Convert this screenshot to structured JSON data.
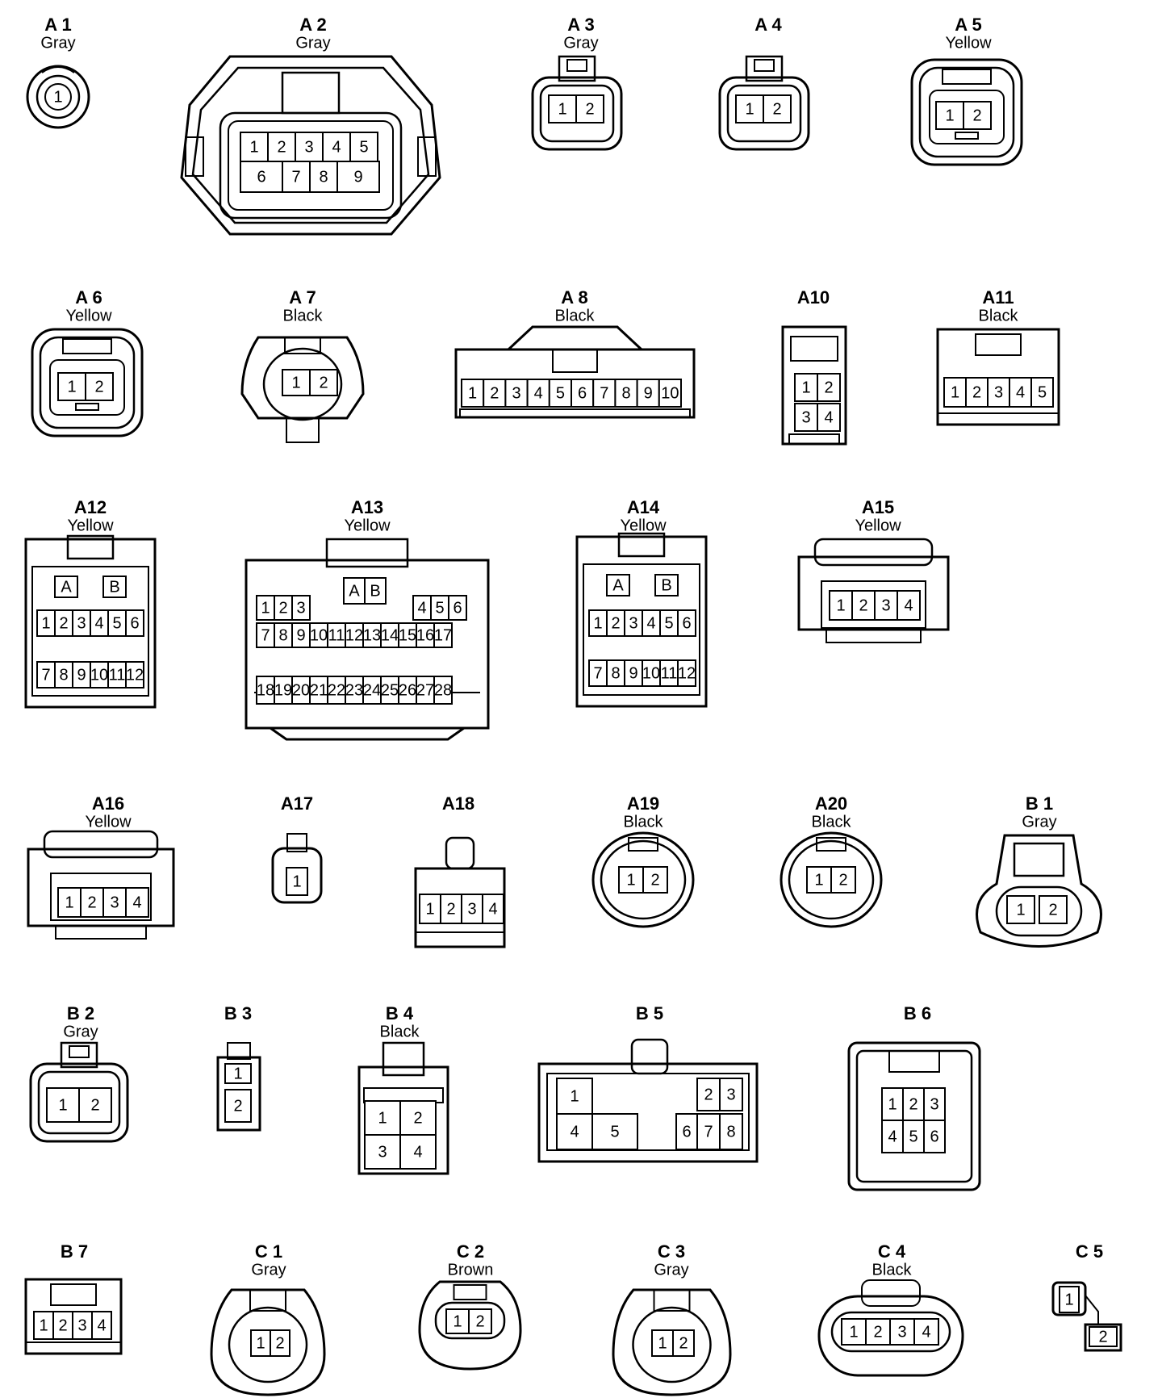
{
  "connectors": [
    {
      "id": "A 1",
      "color": "Gray",
      "pins": [
        "1"
      ]
    },
    {
      "id": "A 2",
      "color": "Gray",
      "pins": [
        "1",
        "2",
        "3",
        "4",
        "5",
        "6",
        "7",
        "8",
        "9"
      ]
    },
    {
      "id": "A 3",
      "color": "Gray",
      "pins": [
        "1",
        "2"
      ]
    },
    {
      "id": "A 4",
      "color": "",
      "pins": [
        "1",
        "2"
      ]
    },
    {
      "id": "A 5",
      "color": "Yellow",
      "pins": [
        "1",
        "2"
      ]
    },
    {
      "id": "A 6",
      "color": "Yellow",
      "pins": [
        "1",
        "2"
      ]
    },
    {
      "id": "A 7",
      "color": "Black",
      "pins": [
        "1",
        "2"
      ]
    },
    {
      "id": "A 8",
      "color": "Black",
      "pins": [
        "1",
        "2",
        "3",
        "4",
        "5",
        "6",
        "7",
        "8",
        "9",
        "10"
      ]
    },
    {
      "id": "A10",
      "color": "",
      "pins": [
        "1",
        "2",
        "3",
        "4"
      ]
    },
    {
      "id": "A11",
      "color": "Black",
      "pins": [
        "1",
        "2",
        "3",
        "4",
        "5"
      ]
    },
    {
      "id": "A12",
      "color": "Yellow",
      "pins": [
        "A",
        "B",
        "1",
        "2",
        "3",
        "4",
        "5",
        "6",
        "7",
        "8",
        "9",
        "10",
        "11",
        "12"
      ]
    },
    {
      "id": "A13",
      "color": "Yellow",
      "pins": [
        "1",
        "2",
        "3",
        "A",
        "B",
        "4",
        "5",
        "6",
        "7",
        "8",
        "9",
        "10",
        "11",
        "12",
        "13",
        "14",
        "15",
        "16",
        "17",
        "18",
        "19",
        "20",
        "21",
        "22",
        "23",
        "24",
        "25",
        "26",
        "27",
        "28"
      ]
    },
    {
      "id": "A14",
      "color": "Yellow",
      "pins": [
        "A",
        "B",
        "1",
        "2",
        "3",
        "4",
        "5",
        "6",
        "7",
        "8",
        "9",
        "10",
        "11",
        "12"
      ]
    },
    {
      "id": "A15",
      "color": "Yellow",
      "pins": [
        "1",
        "2",
        "3",
        "4"
      ]
    },
    {
      "id": "A16",
      "color": "Yellow",
      "pins": [
        "1",
        "2",
        "3",
        "4"
      ]
    },
    {
      "id": "A17",
      "color": "",
      "pins": [
        "1"
      ]
    },
    {
      "id": "A18",
      "color": "",
      "pins": [
        "1",
        "2",
        "3",
        "4"
      ]
    },
    {
      "id": "A19",
      "color": "Black",
      "pins": [
        "1",
        "2"
      ]
    },
    {
      "id": "A20",
      "color": "Black",
      "pins": [
        "1",
        "2"
      ]
    },
    {
      "id": "B 1",
      "color": "Gray",
      "pins": [
        "1",
        "2"
      ]
    },
    {
      "id": "B 2",
      "color": "Gray",
      "pins": [
        "1",
        "2"
      ]
    },
    {
      "id": "B 3",
      "color": "",
      "pins": [
        "1",
        "2"
      ]
    },
    {
      "id": "B 4",
      "color": "Black",
      "pins": [
        "1",
        "2",
        "3",
        "4"
      ]
    },
    {
      "id": "B 5",
      "color": "",
      "pins": [
        "1",
        "2",
        "3",
        "4",
        "5",
        "6",
        "7",
        "8"
      ]
    },
    {
      "id": "B 6",
      "color": "",
      "pins": [
        "1",
        "2",
        "3",
        "4",
        "5",
        "6"
      ]
    },
    {
      "id": "B 7",
      "color": "",
      "pins": [
        "1",
        "2",
        "3",
        "4"
      ]
    },
    {
      "id": "C 1",
      "color": "Gray",
      "pins": [
        "1",
        "2"
      ]
    },
    {
      "id": "C 2",
      "color": "Brown",
      "pins": [
        "1",
        "2"
      ]
    },
    {
      "id": "C 3",
      "color": "Gray",
      "pins": [
        "1",
        "2"
      ]
    },
    {
      "id": "C 4",
      "color": "Black",
      "pins": [
        "1",
        "2",
        "3",
        "4"
      ]
    },
    {
      "id": "C 5",
      "color": "",
      "pins": [
        "1",
        "2"
      ]
    }
  ]
}
